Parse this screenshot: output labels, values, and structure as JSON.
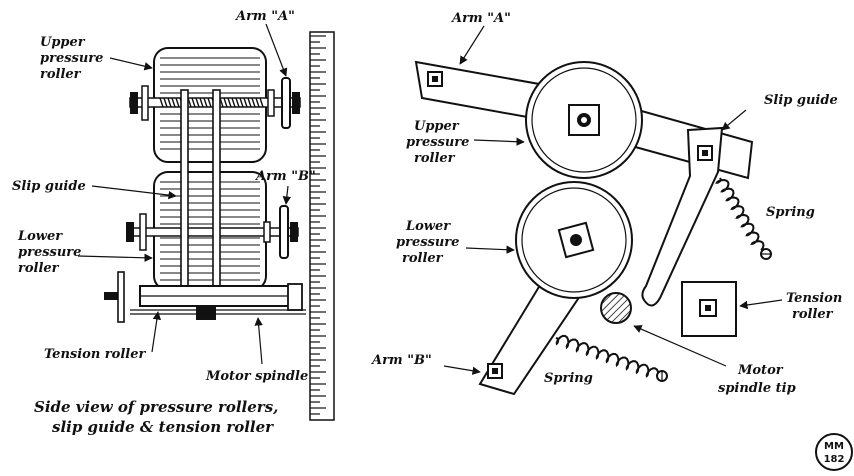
{
  "left": {
    "labels": {
      "upper_pressure_roller": [
        "Upper",
        "pressure",
        "roller"
      ],
      "arm_a": "Arm \"A\"",
      "arm_b": "Arm \"B\"",
      "slip_guide": "Slip guide",
      "lower_pressure_roller": [
        "Lower",
        "pressure",
        "roller"
      ],
      "tension_roller": "Tension roller",
      "motor_spindle": "Motor spindle"
    },
    "caption": [
      "Side view of pressure rollers,",
      "slip guide & tension roller"
    ]
  },
  "right": {
    "labels": {
      "arm_a": "Arm \"A\"",
      "slip_guide": "Slip guide",
      "upper_pressure_roller": [
        "Upper",
        "pressure",
        "roller"
      ],
      "spring_top": "Spring",
      "lower_pressure_roller": [
        "Lower",
        "pressure",
        "roller"
      ],
      "tension_roller": [
        "Tension",
        "roller"
      ],
      "arm_b": "Arm \"B\"",
      "spring_bottom": "Spring",
      "motor_spindle_tip": [
        "Motor",
        "spindle tip"
      ]
    }
  },
  "badge": [
    "MM",
    "182"
  ]
}
